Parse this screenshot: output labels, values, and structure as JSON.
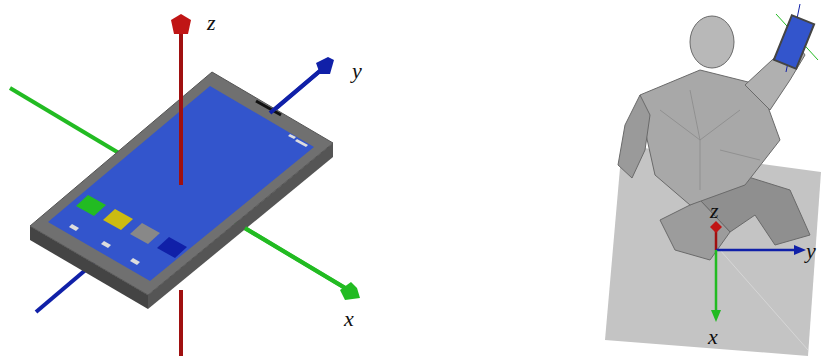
{
  "diagram": {
    "labels": [
      "z",
      "y",
      "x",
      "z",
      "y",
      "x"
    ]
  }
}
